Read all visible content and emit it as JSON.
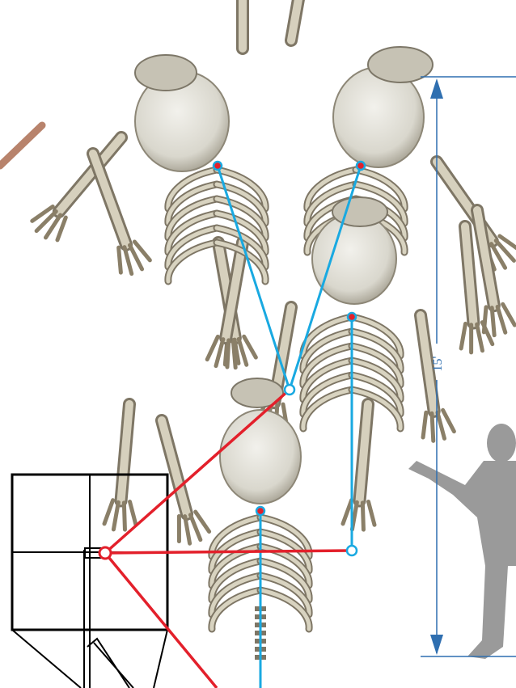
{
  "dimension": {
    "label": "15'",
    "color": "#2f6fb0"
  },
  "colors": {
    "blue_cable": "#19a9e1",
    "red_cable": "#e3202b",
    "bone": "#d8d4c4",
    "bone_dark": "#8e8572",
    "skull": "#e4e3dc",
    "silhouette": "#9a9a9a",
    "line_drawing": "#000000"
  },
  "figures": {
    "skeletons": 4,
    "human_silhouettes": 1
  }
}
